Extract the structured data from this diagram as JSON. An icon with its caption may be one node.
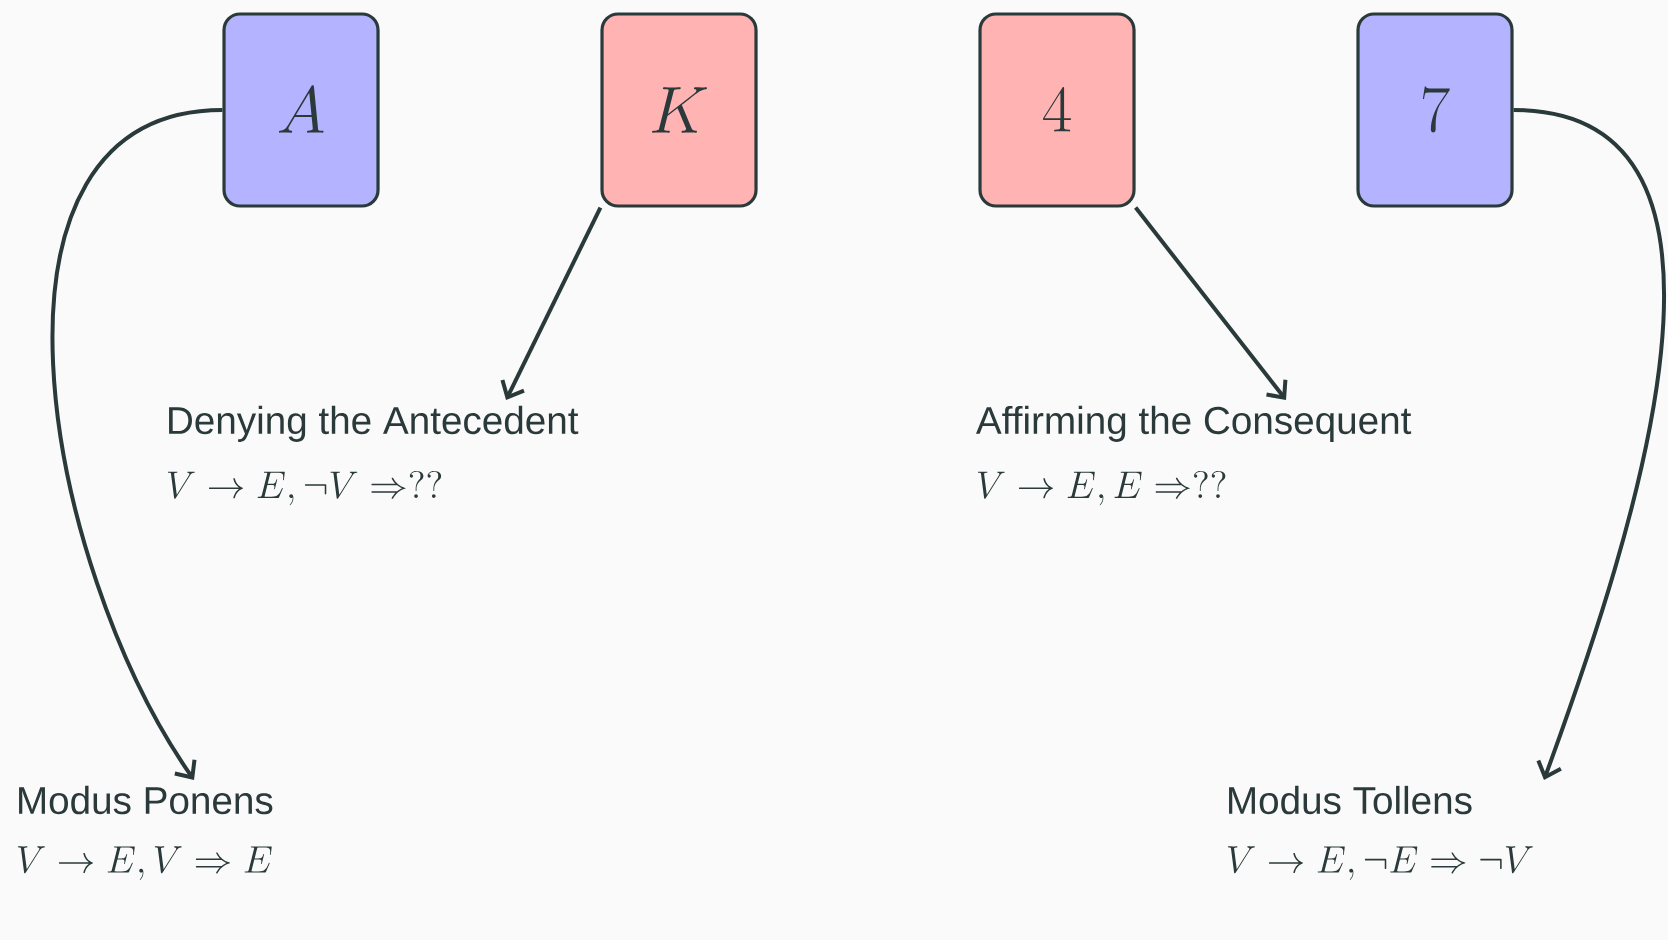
{
  "diagram": {
    "nodes": [
      {
        "text": [
          "A"
        ]
      },
      {
        "text": [
          "K"
        ]
      },
      {
        "text": [
          "4"
        ]
      },
      {
        "text": [
          "7"
        ]
      },
      {
        "text": [
          "Denying the Antecedent",
          "V \\to E, \\neg V \\Rightarrow ??"
        ]
      },
      {
        "text": [
          "Affirming the Consequent",
          "V \\to E, E \\Rightarrow ??"
        ]
      },
      {
        "text": [
          "Modus Ponens",
          "V \\to E, V \\Rightarrow E"
        ]
      },
      {
        "text": [
          "Modus Tollens",
          "V \\to E, \\neg E \\Rightarrow \\neg V"
        ]
      }
    ],
    "edges": [
      {
        "from": 0,
        "to": 6,
        "arrow": "to"
      },
      {
        "from": 1,
        "to": 4,
        "arrow": "to"
      },
      {
        "from": 2,
        "to": 5,
        "arrow": "to"
      },
      {
        "from": 3,
        "to": 7,
        "arrow": "to"
      }
    ]
  }
}
